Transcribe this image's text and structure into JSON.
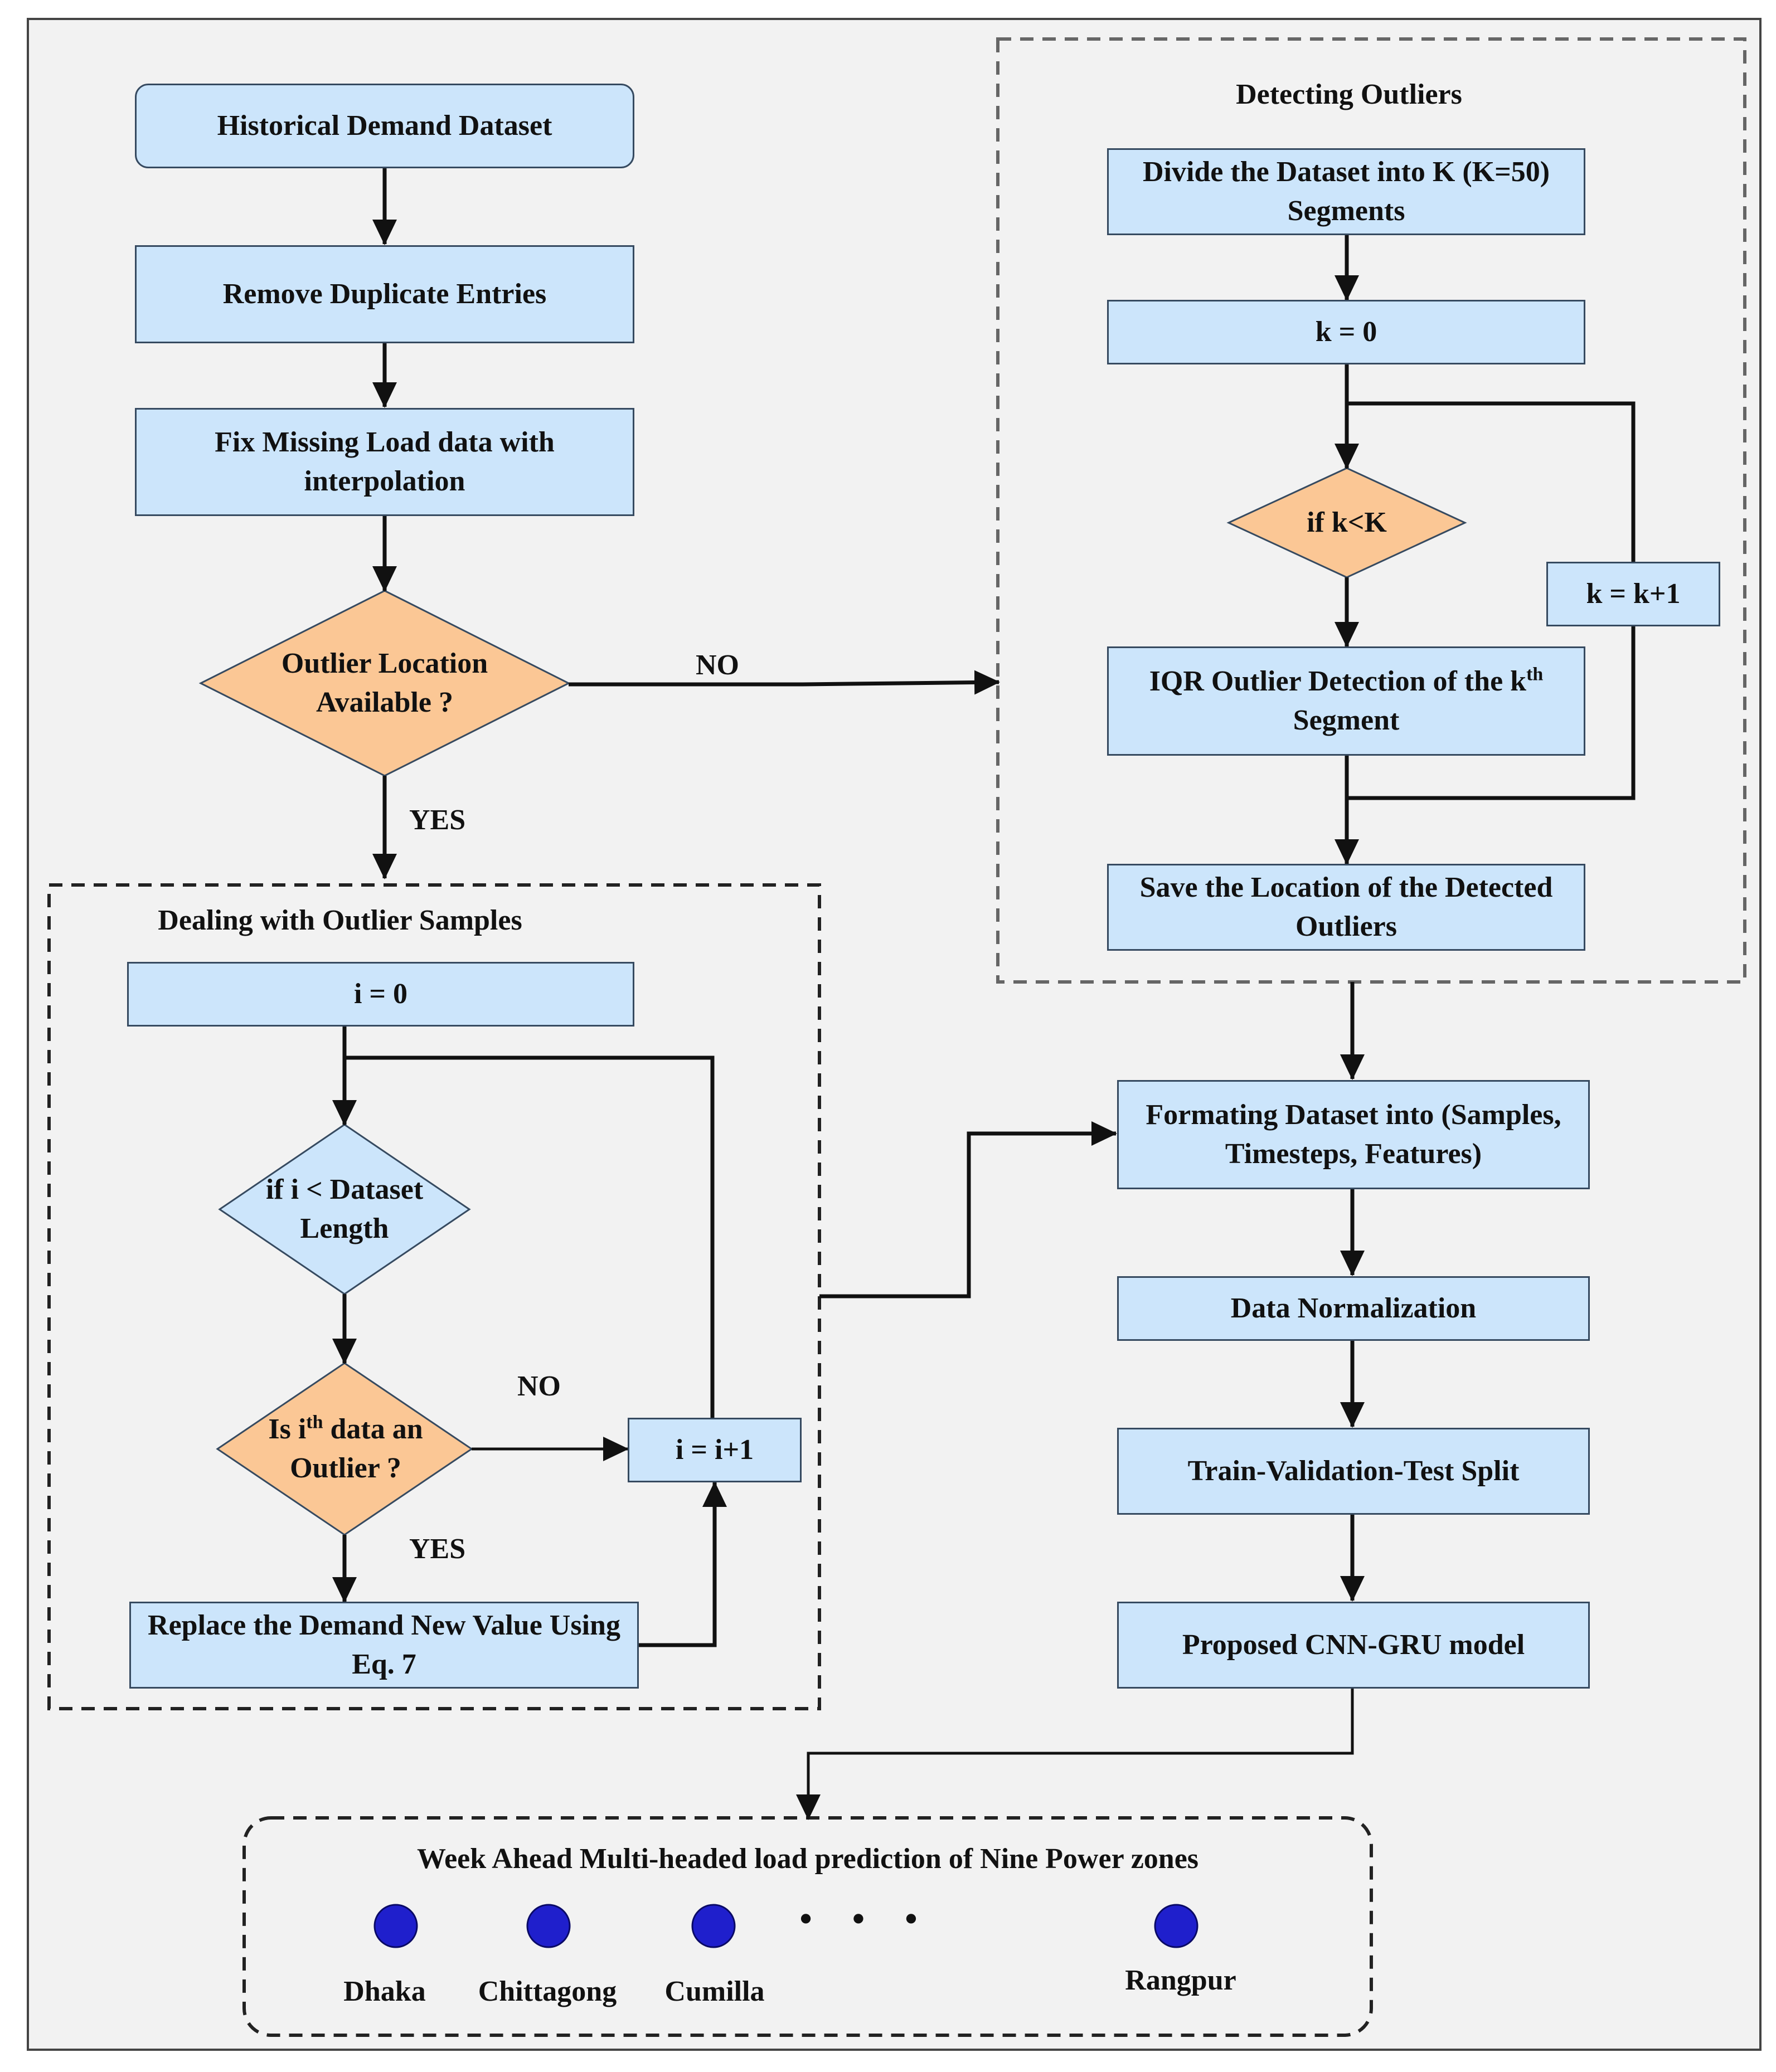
{
  "left_flow": {
    "historical_dataset": "Historical Demand Dataset",
    "remove_duplicates": "Remove Duplicate Entries",
    "fix_missing": "Fix Missing Load data with interpolation",
    "outlier_location_decision": "Outlier Location Available ?",
    "no_label": "NO",
    "yes_label": "YES"
  },
  "detecting_outliers": {
    "title": "Detecting Outliers",
    "divide_dataset": "Divide the Dataset into K (K=50) Segments",
    "k_init": "k = 0",
    "k_condition": "if k<K",
    "k_increment": "k = k+1",
    "iqr_detection_prefix": "IQR Outlier Detection of the k",
    "iqr_detection_sup": "th",
    "iqr_detection_suffix": "Segment",
    "save_location": "Save the Location of the Detected Outliers"
  },
  "dealing_with_outliers": {
    "title": "Dealing with Outlier Samples",
    "i_init": "i = 0",
    "i_condition": "if i < Dataset Length",
    "is_outlier_prefix": "Is i",
    "is_outlier_sup": "th",
    "is_outlier_suffix": " data an Outlier ?",
    "i_increment": "i = i+1",
    "replace_value": "Replace the Demand New Value Using Eq. 7",
    "no_label": "NO",
    "yes_label": "YES"
  },
  "right_flow": {
    "formatting": "Formating Dataset into (Samples, Timesteps, Features)",
    "normalization": "Data Normalization",
    "split": "Train-Validation-Test Split",
    "model": "Proposed CNN-GRU model"
  },
  "prediction": {
    "title": "Week Ahead Multi-headed load prediction of Nine Power zones",
    "zones": [
      "Dhaka",
      "Chittagong",
      "Cumilla",
      "Rangpur"
    ],
    "ellipsis": "• • •"
  },
  "colors": {
    "process_fill": "#cce5fb",
    "decision_fill": "#fbc795",
    "blue_decision_fill": "#cce5fb",
    "zone_dot": "#1f1fcc",
    "arrow": "#111111"
  }
}
